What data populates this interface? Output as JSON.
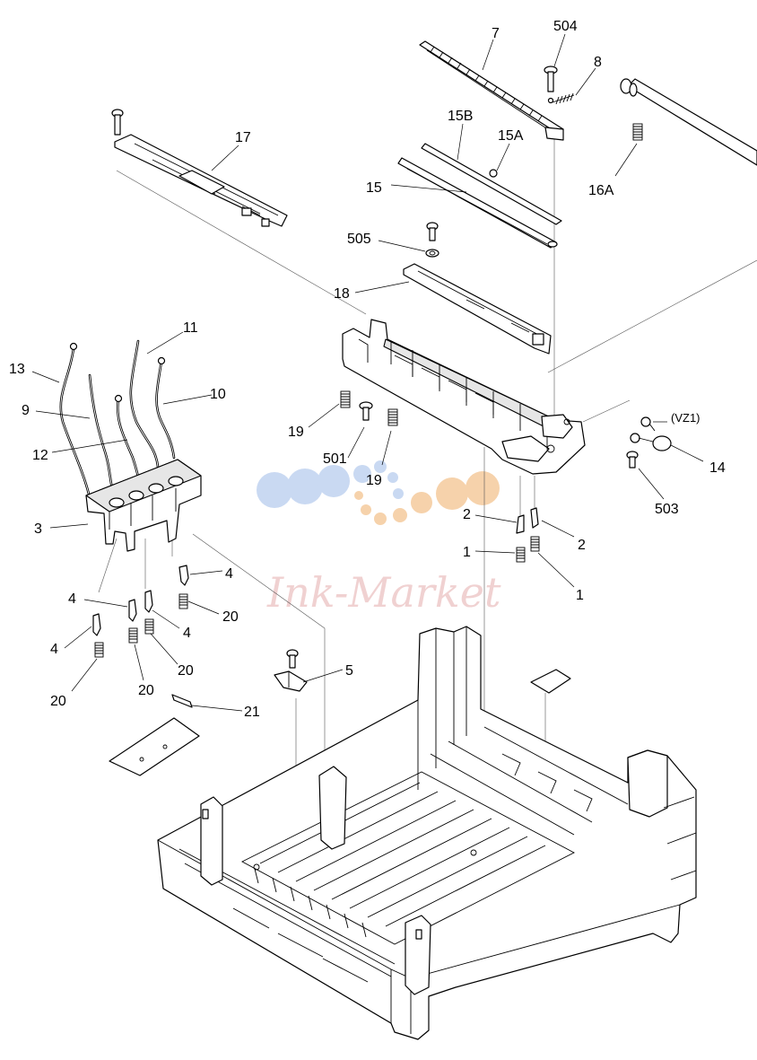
{
  "watermark": {
    "text": "Ink-Market",
    "colors": {
      "blue": "#c9d9f2",
      "orange": "#f6d2ab",
      "text": "#e7b4b4"
    }
  },
  "callouts": {
    "c7": "7",
    "c504": "504",
    "c8": "8",
    "c15B": "15B",
    "c15A": "15A",
    "c15": "15",
    "c16A": "16A",
    "c17": "17",
    "c505": "505",
    "c18": "18",
    "c11": "11",
    "c13": "13",
    "c10": "10",
    "c9": "9",
    "c12": "12",
    "c3": "3",
    "c19a": "19",
    "c501": "501",
    "c19b": "19",
    "cVZ1": "(VZ1)",
    "c14": "14",
    "c503": "503",
    "c2a": "2",
    "c2b": "2",
    "c1a": "1",
    "c1b": "1",
    "c4a": "4",
    "c4b": "4",
    "c4c": "4",
    "c4d": "4",
    "c20a": "20",
    "c20b": "20",
    "c20c": "20",
    "c20d": "20",
    "c5": "5",
    "c21": "21"
  }
}
